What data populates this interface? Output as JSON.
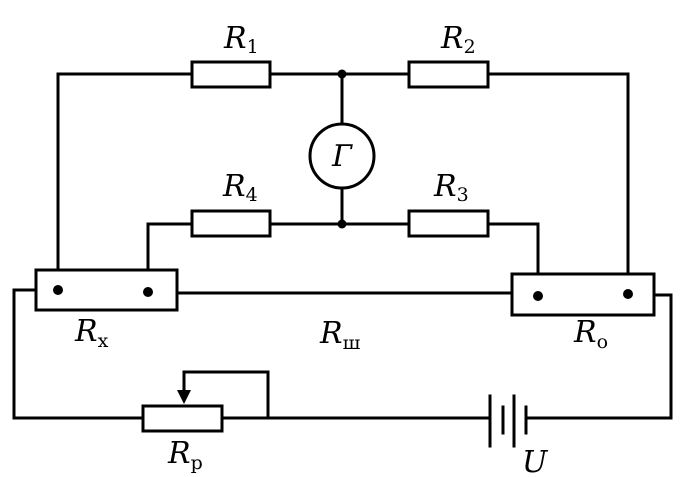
{
  "labels": {
    "r1": {
      "main": "R",
      "sub": "1"
    },
    "r2": {
      "main": "R",
      "sub": "2"
    },
    "r3": {
      "main": "R",
      "sub": "3"
    },
    "r4": {
      "main": "R",
      "sub": "4"
    },
    "rx": {
      "main": "R",
      "sub": "x"
    },
    "rsh": {
      "main": "R",
      "sub": "ш"
    },
    "ro": {
      "main": "R",
      "sub": "о"
    },
    "rp": {
      "main": "R",
      "sub": "р"
    },
    "galvanometer": "Г",
    "voltage": "U"
  }
}
